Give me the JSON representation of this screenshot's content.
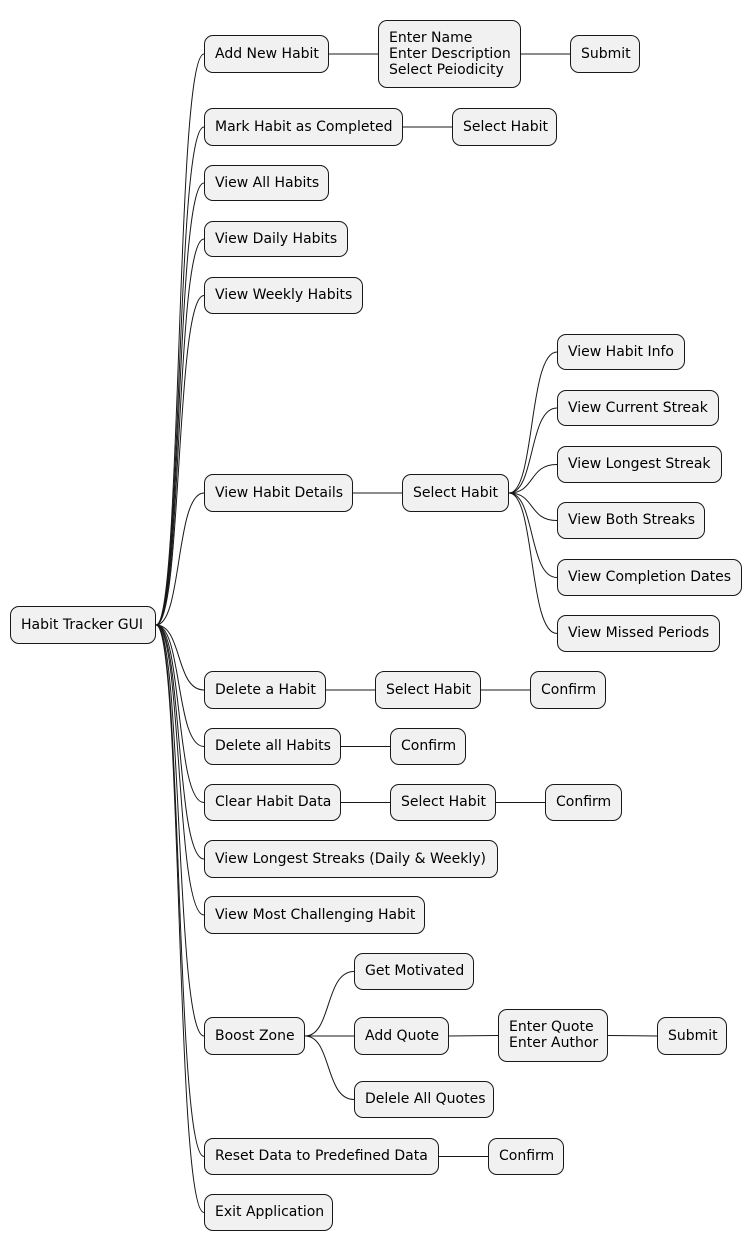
{
  "colors": {
    "node_fill": "#f1f1f1",
    "node_border": "#181818",
    "edge": "#181818",
    "text": "#000000",
    "background": "#ffffff"
  },
  "nodes": {
    "root": [
      "Habit Tracker GUI"
    ],
    "n1": [
      "Add New Habit"
    ],
    "n1a": [
      "Enter Name",
      "Enter Description",
      "Select Peiodicity"
    ],
    "n1b": [
      "Submit"
    ],
    "n2": [
      "Mark Habit as Completed"
    ],
    "n2a": [
      "Select Habit"
    ],
    "n3": [
      "View All Habits"
    ],
    "n4": [
      "View Daily Habits"
    ],
    "n5": [
      "View Weekly Habits"
    ],
    "n6": [
      "View Habit Details"
    ],
    "n6a": [
      "Select Habit"
    ],
    "n6a1": [
      "View Habit Info"
    ],
    "n6a2": [
      "View Current Streak"
    ],
    "n6a3": [
      "View Longest Streak"
    ],
    "n6a4": [
      "View Both Streaks"
    ],
    "n6a5": [
      "View Completion Dates"
    ],
    "n6a6": [
      "View Missed Periods"
    ],
    "n7": [
      "Delete a Habit"
    ],
    "n7a": [
      "Select Habit"
    ],
    "n7b": [
      "Confirm"
    ],
    "n8": [
      "Delete all Habits"
    ],
    "n8a": [
      "Confirm"
    ],
    "n9": [
      "Clear Habit Data"
    ],
    "n9a": [
      "Select Habit"
    ],
    "n9b": [
      "Confirm"
    ],
    "n10": [
      "View Longest Streaks (Daily & Weekly)"
    ],
    "n11": [
      "View Most Challenging Habit"
    ],
    "n12": [
      "Boost Zone"
    ],
    "n12a": [
      "Get Motivated"
    ],
    "n12b": [
      "Add Quote"
    ],
    "n12b1": [
      "Enter Quote",
      "Enter Author"
    ],
    "n12b1a": [
      "Submit"
    ],
    "n12c": [
      "Delele All Quotes"
    ],
    "n13": [
      "Reset Data to Predefined Data"
    ],
    "n13a": [
      "Confirm"
    ],
    "n14": [
      "Exit Application"
    ]
  }
}
